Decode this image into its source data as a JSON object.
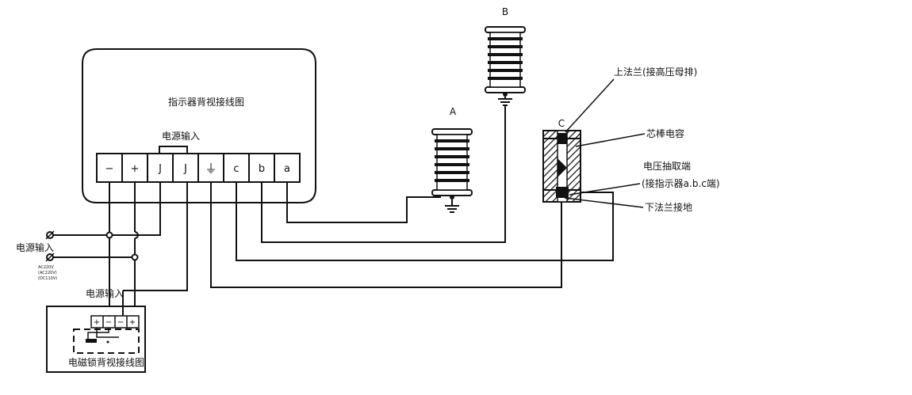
{
  "indicator_panel": {
    "title": "指示器背视接线图",
    "power_label": "电源输入",
    "terminals": [
      "−",
      "+",
      "J",
      "J",
      "⏚",
      "c",
      "b",
      "a"
    ]
  },
  "left_supply": {
    "label": "电源输入",
    "voltage_lines": [
      "AC220V",
      "(AC220V)",
      "(DC110V)"
    ]
  },
  "lock_panel": {
    "title": "电磁锁背视接线图",
    "power_label": "电源输入",
    "terminals": [
      "+",
      "−",
      "−",
      "+"
    ]
  },
  "sensors": {
    "a_label": "A",
    "b_label": "B",
    "c_label": "C"
  },
  "annotations": {
    "upper_flange": "上法兰(接高压母排)",
    "core_capacitor": "芯棒电容",
    "voltage_tap": "电压抽取端",
    "tap_detail": "(接指示器a.b.c端)",
    "lower_flange": "下法兰接地"
  },
  "colors": {
    "ink": "#111111",
    "background": "#ffffff"
  }
}
